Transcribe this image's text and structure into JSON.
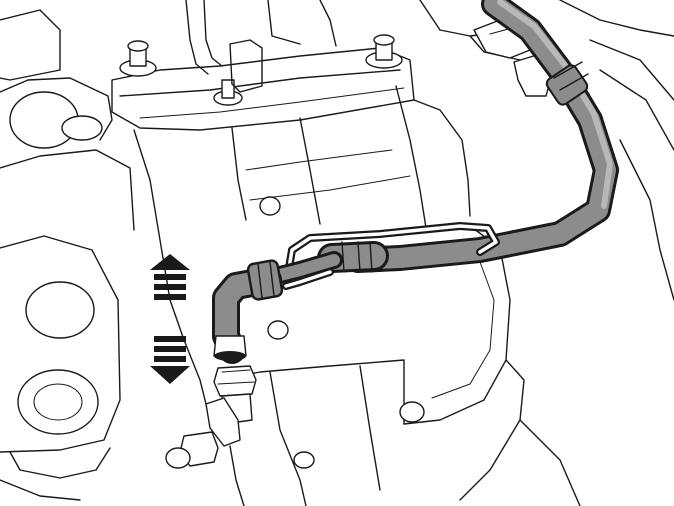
{
  "figure": {
    "description_kind": "technical line illustration",
    "colors": {
      "line": "#1a1a1a",
      "background": "#ffffff",
      "hose_highlight": "#8c8c8c",
      "arrow": "#1a1a1a"
    },
    "indicator": {
      "name": "up-down-movement-arrows",
      "directions": [
        "up",
        "down"
      ]
    }
  }
}
